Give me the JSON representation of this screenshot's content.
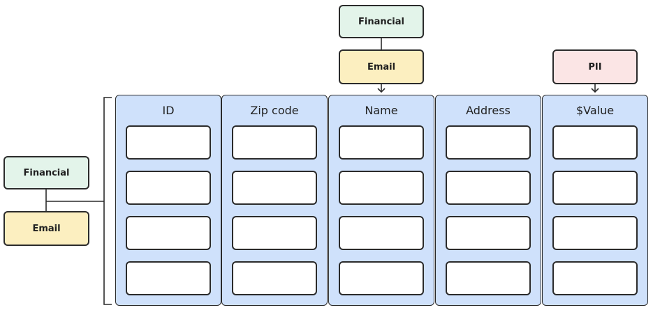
{
  "top_tags": {
    "financial": "Financial",
    "email": "Email",
    "pii": "PII"
  },
  "side_tags": {
    "financial": "Financial",
    "email": "Email"
  },
  "columns": [
    {
      "header": "ID"
    },
    {
      "header": "Zip code"
    },
    {
      "header": "Name"
    },
    {
      "header": "Address"
    },
    {
      "header": "$Value"
    }
  ],
  "colors": {
    "column_fill": "#cfe1fb",
    "financial_fill": "#e3f4ea",
    "email_fill": "#fcefc0",
    "pii_fill": "#fbe5e5",
    "stroke": "#2b2b2b"
  }
}
